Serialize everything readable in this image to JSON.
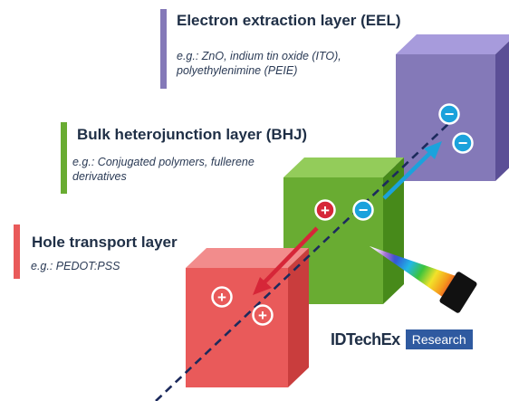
{
  "layers": {
    "eel": {
      "title": "Electron extraction layer (EEL)",
      "example": "e.g.: ZnO, indium tin oxide (ITO), polyethylenimine (PEIE)",
      "color": "#8479b8"
    },
    "bhj": {
      "title": "Bulk heterojunction layer (BHJ)",
      "example": "e.g.: Conjugated polymers, fullerene derivatives",
      "color": "#69ac32"
    },
    "htl": {
      "title": "Hole transport layer",
      "example": "e.g.: PEDOT:PSS",
      "color": "#e95a5a"
    }
  },
  "carriers": {
    "hole_symbol": "+",
    "electron_symbol": "−",
    "hole_color": "#d62638",
    "electron_color": "#1ba2dc"
  },
  "logo": {
    "main": "IDTechEx",
    "sub": "Research"
  }
}
